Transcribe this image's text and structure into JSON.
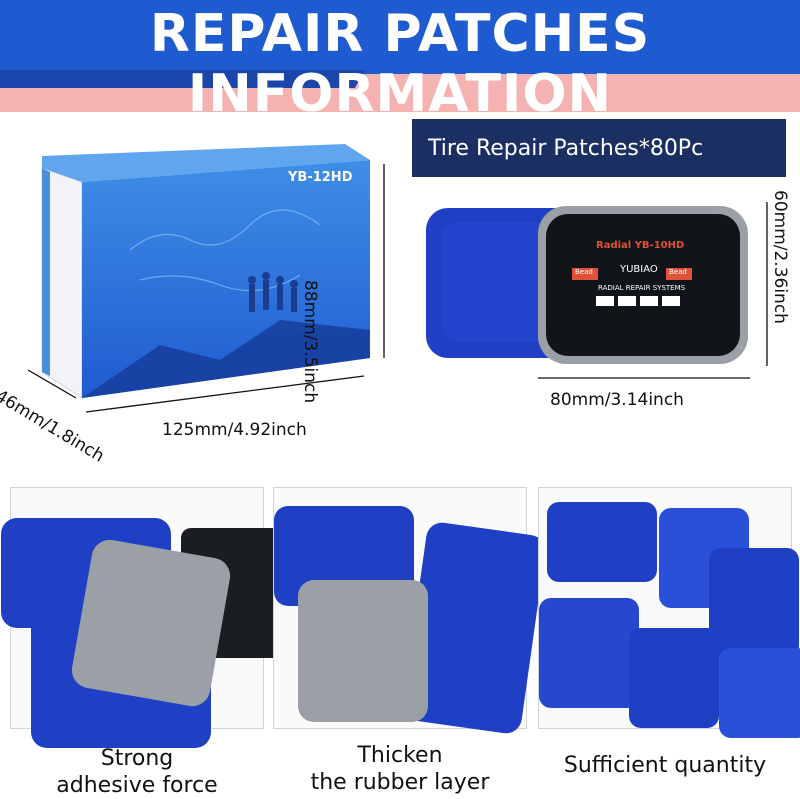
{
  "header": {
    "title": "REPAIR PATCHES INFORMATION"
  },
  "box": {
    "model_label": "YB-12HD",
    "height_label": "88mm/3.5inch",
    "depth_label": "46mm/1.8inch",
    "width_label": "125mm/4.92inch"
  },
  "patch": {
    "badge_label": "Tire Repair Patches*80Pc",
    "brand_text": "YUBIAO",
    "model_text": "Radial YB-10HD",
    "bead_left": "Bead",
    "bead_right": "Bead",
    "systems_text": "RADIAL REPAIR SYSTEMS",
    "height_label": "60mm/2.36inch",
    "width_label": "80mm/3.14inch"
  },
  "features": [
    {
      "caption_line1": "Strong",
      "caption_line2": "adhesive force"
    },
    {
      "caption_line1": "Thicken",
      "caption_line2": "the rubber layer"
    },
    {
      "caption_line1": "Sufficient quantity",
      "caption_line2": ""
    }
  ],
  "colors": {
    "brand_blue": "#1f5bd0",
    "badge_navy": "#1b2f63",
    "patch_blue": "#1f3fc4",
    "patch_gray": "#9aa0a6"
  }
}
